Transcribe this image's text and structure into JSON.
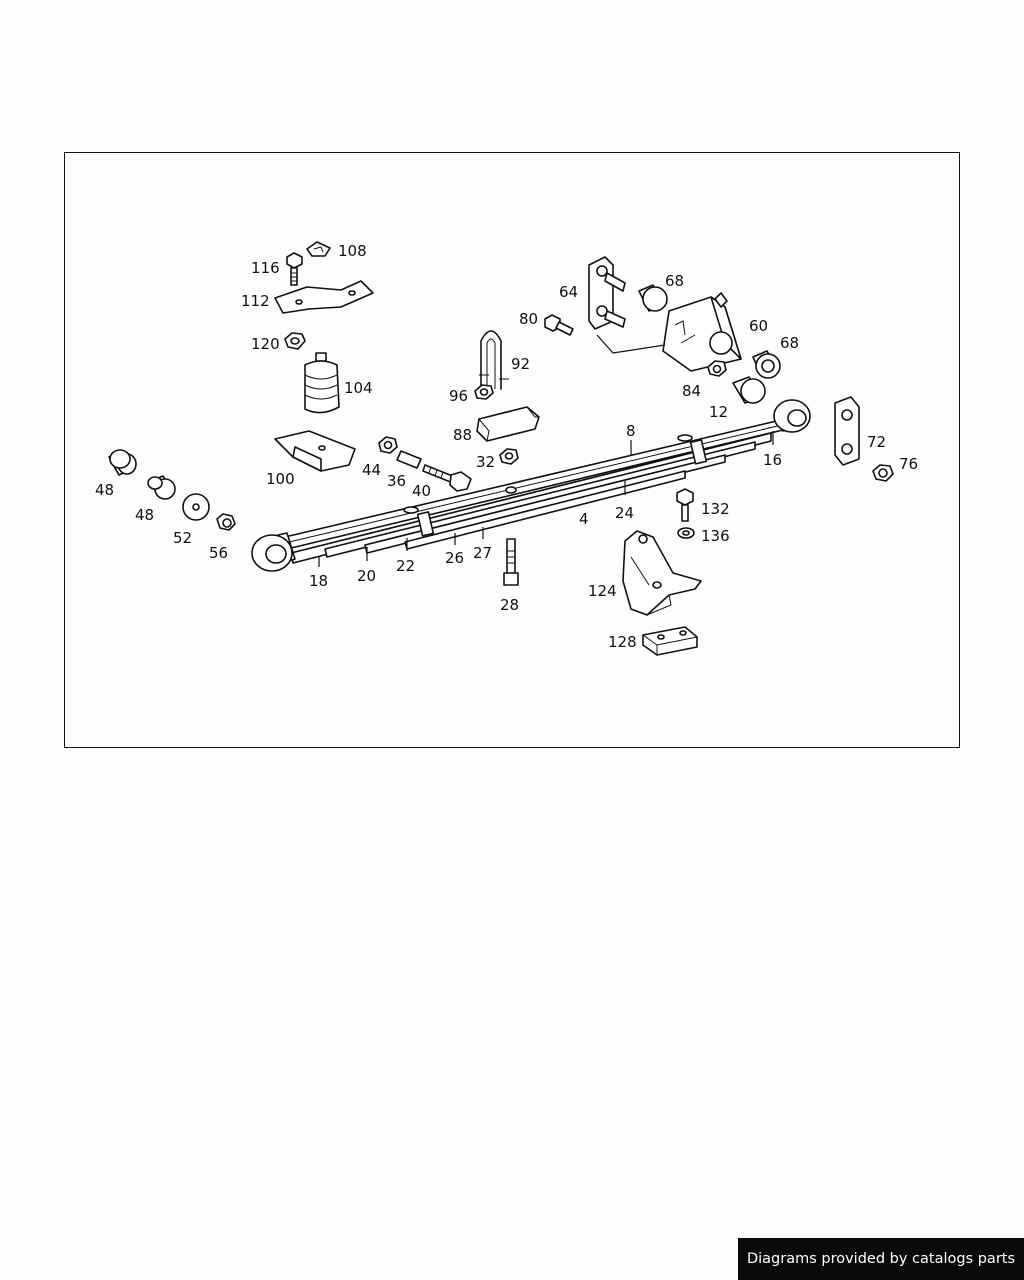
{
  "diagram": {
    "callouts": [
      {
        "id": "c108",
        "text": "108"
      },
      {
        "id": "c116",
        "text": "116"
      },
      {
        "id": "c112",
        "text": "112"
      },
      {
        "id": "c120",
        "text": "120"
      },
      {
        "id": "c104",
        "text": "104"
      },
      {
        "id": "c100",
        "text": "100"
      },
      {
        "id": "c44",
        "text": "44"
      },
      {
        "id": "c36",
        "text": "36"
      },
      {
        "id": "c40",
        "text": "40"
      },
      {
        "id": "c48a",
        "text": "48"
      },
      {
        "id": "c48b",
        "text": "48"
      },
      {
        "id": "c52",
        "text": "52"
      },
      {
        "id": "c56",
        "text": "56"
      },
      {
        "id": "c92",
        "text": "92"
      },
      {
        "id": "c96",
        "text": "96"
      },
      {
        "id": "c88",
        "text": "88"
      },
      {
        "id": "c32",
        "text": "32"
      },
      {
        "id": "c80",
        "text": "80"
      },
      {
        "id": "c64",
        "text": "64"
      },
      {
        "id": "c68a",
        "text": "68"
      },
      {
        "id": "c60",
        "text": "60"
      },
      {
        "id": "c68b",
        "text": "68"
      },
      {
        "id": "c84",
        "text": "84"
      },
      {
        "id": "c12",
        "text": "12"
      },
      {
        "id": "c8",
        "text": "8"
      },
      {
        "id": "c16",
        "text": "16"
      },
      {
        "id": "c72",
        "text": "72"
      },
      {
        "id": "c76",
        "text": "76"
      },
      {
        "id": "c24",
        "text": "24"
      },
      {
        "id": "c4",
        "text": "4"
      },
      {
        "id": "c132",
        "text": "132"
      },
      {
        "id": "c136",
        "text": "136"
      },
      {
        "id": "c124",
        "text": "124"
      },
      {
        "id": "c128",
        "text": "128"
      },
      {
        "id": "c18",
        "text": "18"
      },
      {
        "id": "c20",
        "text": "20"
      },
      {
        "id": "c22",
        "text": "22"
      },
      {
        "id": "c26",
        "text": "26"
      },
      {
        "id": "c27",
        "text": "27"
      },
      {
        "id": "c28",
        "text": "28"
      }
    ]
  },
  "footer": {
    "credit": "Diagrams provided by catalogs parts"
  }
}
